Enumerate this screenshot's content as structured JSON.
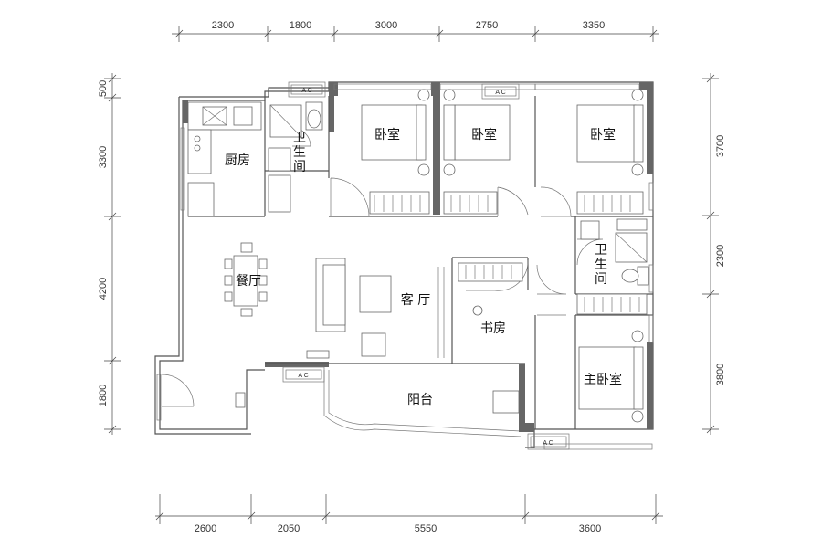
{
  "dimensions": {
    "top": [
      "2300",
      "1800",
      "3000",
      "2750",
      "3350"
    ],
    "bottom": [
      "2600",
      "2050",
      "5550",
      "3600"
    ],
    "left": [
      "500",
      "3300",
      "4200",
      "1800"
    ],
    "right": [
      "3700",
      "2300",
      "3800"
    ]
  },
  "rooms": {
    "kitchen": "厨房",
    "bathroom1": [
      "卫",
      "生",
      "间"
    ],
    "bedroom1": "卧室",
    "bedroom2": "卧室",
    "bedroom3": "卧室",
    "dining": "餐厅",
    "living": "客 厅",
    "study": "书房",
    "bathroom2": [
      "卫",
      "生",
      "间"
    ],
    "master": "主卧室",
    "balcony": "阳台"
  },
  "ac_label": "A C",
  "colors": {
    "wall_solid": "#666666",
    "line": "#555555",
    "text": "#111111"
  }
}
